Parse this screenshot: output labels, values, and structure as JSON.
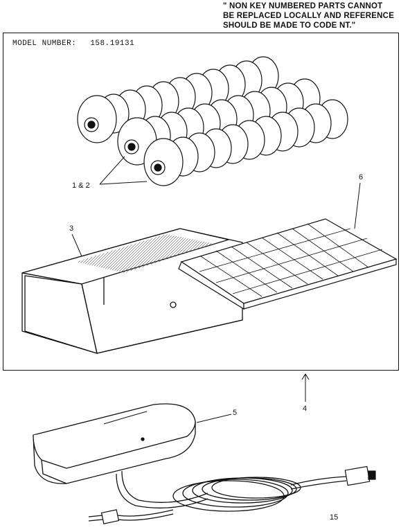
{
  "note": {
    "line1": "\" NON KEY NUMBERED PARTS CANNOT",
    "line2": "BE REPLACED LOCALLY AND REFERENCE",
    "line3": "SHOULD BE MADE TO CODE NT.\""
  },
  "model": {
    "label": "MODEL NUMBER:",
    "value": "158.19131"
  },
  "callouts": {
    "cams": "1 & 2",
    "case": "3",
    "foot_control_cord": "4",
    "foot_control": "5",
    "tray": "6"
  },
  "page_number": "15"
}
